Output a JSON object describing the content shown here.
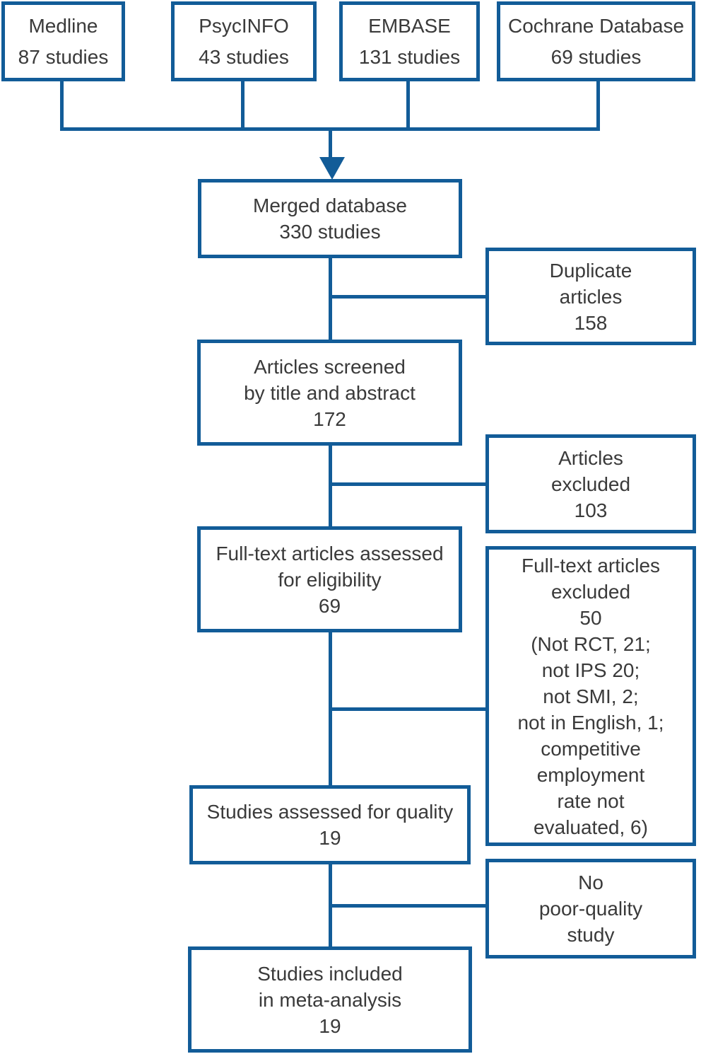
{
  "colors": {
    "accent": "#125c98",
    "text": "#3a3a3a",
    "background": "#ffffff"
  },
  "boxes": {
    "medline": "Medline\n87 studies",
    "psycinfo": "PsycINFO\n43 studies",
    "embase": "EMBASE\n131 studies",
    "cochrane": "Cochrane Database\n69 studies",
    "merged": "Merged database\n330 studies",
    "duplicate": "Duplicate\narticles\n158",
    "screened": "Articles screened\nby title and abstract\n172",
    "articles_excluded": "Articles\nexcluded\n103",
    "fulltext": "Full-text articles assessed\nfor eligibility\n69",
    "fulltext_excluded": "Full-text articles\nexcluded\n50\n(Not RCT, 21;\nnot IPS 20;\nnot SMI, 2;\nnot in English, 1;\ncompetitive\nemployment\nrate not\nevaluated, 6)",
    "quality": "Studies assessed for quality\n19",
    "no_poor_quality": "No\npoor-quality\nstudy",
    "included": "Studies included\nin meta-analysis\n19"
  }
}
